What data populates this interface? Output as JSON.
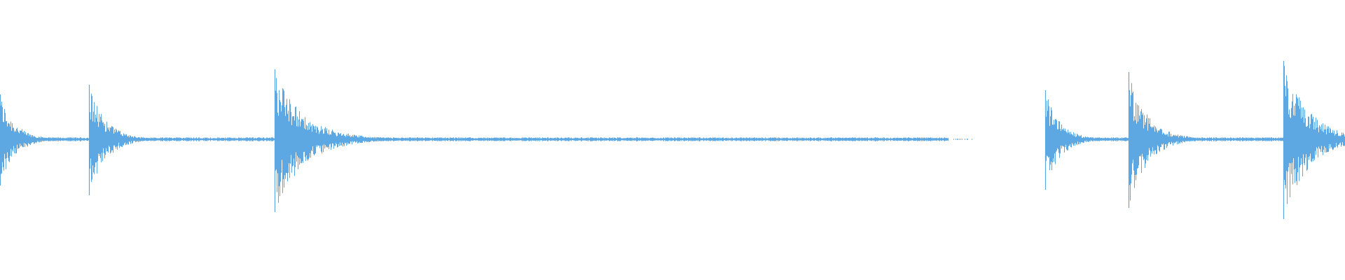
{
  "waveform": {
    "color": "#5DA8E3",
    "background": "#FFFFFF",
    "baseline_level": 0.01,
    "transients": [
      {
        "time": 0.0,
        "peak_up": 0.32,
        "peak_down": 0.33,
        "decay": 0.35
      },
      {
        "time": 0.066,
        "peak_up": 0.39,
        "peak_down": 0.4,
        "decay": 0.4
      },
      {
        "time": 0.204,
        "peak_up": 0.5,
        "peak_down": 0.52,
        "decay": 0.7
      },
      {
        "time": 0.777,
        "peak_up": 0.35,
        "peak_down": 0.36,
        "decay": 0.35
      },
      {
        "time": 0.839,
        "peak_up": 0.48,
        "peak_down": 0.49,
        "decay": 0.45
      },
      {
        "time": 0.954,
        "peak_up": 0.56,
        "peak_down": 0.57,
        "decay": 0.6
      }
    ],
    "silent_regions": [
      {
        "start": 0.705,
        "end": 0.777
      }
    ]
  }
}
